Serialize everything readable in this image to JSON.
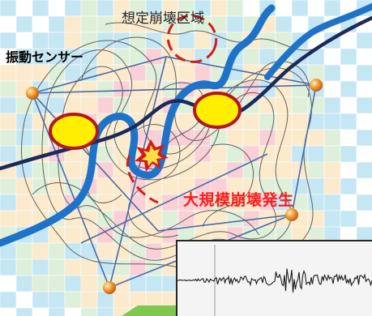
{
  "labels": {
    "assumed_collapse_area": "想定崩壊区域",
    "vibration_sensor": "振動センサー",
    "large_collapse": "大規模崩壊発生"
  },
  "colors": {
    "river": "#1e73c8",
    "road": "#1a2a5c",
    "sensor": "#e8891c",
    "sensor_network": "#4a6aa6",
    "contour": "#4a4a4a",
    "warning": "#d21c1c",
    "hazard_ellipse_fill": "#ffee00",
    "collapse_label": "#ff1a1a",
    "grid_cyan": "#bfe4f2",
    "grid_green": "#dbeed6",
    "grid_peach": "#fbe8c6",
    "grid_pink": "#f8cbd2"
  },
  "icons": {
    "sensor": "orange-sphere",
    "collapse": "explosion-burst"
  }
}
